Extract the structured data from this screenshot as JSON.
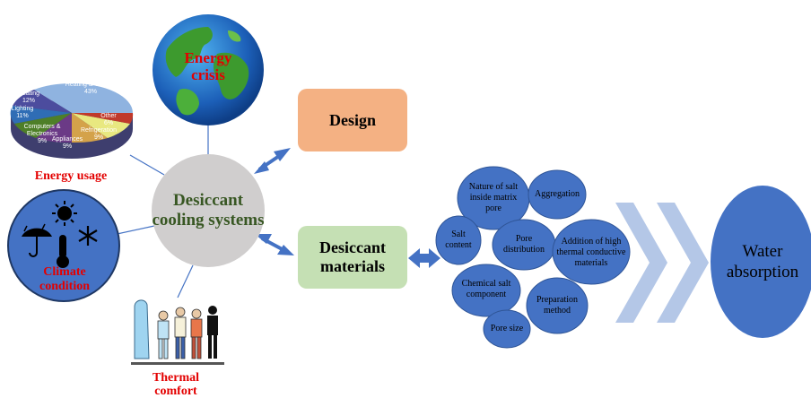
{
  "center": {
    "label": "Desiccant cooling systems"
  },
  "design": {
    "label": "Design"
  },
  "materials": {
    "label": "Desiccant materials"
  },
  "energy_crisis": {
    "label": "Energy crisis"
  },
  "energy_usage": {
    "label": "Energy usage",
    "slices": [
      {
        "label": "Heating & Cooling",
        "value": "43%"
      },
      {
        "label": "Other",
        "value": "6%"
      },
      {
        "label": "Refrigeration",
        "value": "9%"
      },
      {
        "label": "Appliances",
        "value": "9%"
      },
      {
        "label": "Computers & Electronics",
        "value": "9%"
      },
      {
        "label": "Lighting",
        "value": "11%"
      },
      {
        "label": "Water Heating",
        "value": "12%"
      }
    ]
  },
  "climate": {
    "label": "Climate condition"
  },
  "thermal": {
    "label": "Thermal comfort"
  },
  "factors": [
    "Nature of salt inside matrix pore",
    "Aggregation",
    "Salt content",
    "Pore distribution",
    "Addition of high thermal conductive materials",
    "Chemical salt component",
    "Preparation method",
    "Pore size"
  ],
  "result": {
    "label": "Water absorption"
  },
  "colors": {
    "bubble": "#4472C4",
    "design_box": "#F4B183",
    "materials_box": "#C5E0B4",
    "center_circle": "#D0CECE",
    "center_text": "#385723",
    "red_text": "#E30000",
    "chevron": "#B4C7E7"
  }
}
